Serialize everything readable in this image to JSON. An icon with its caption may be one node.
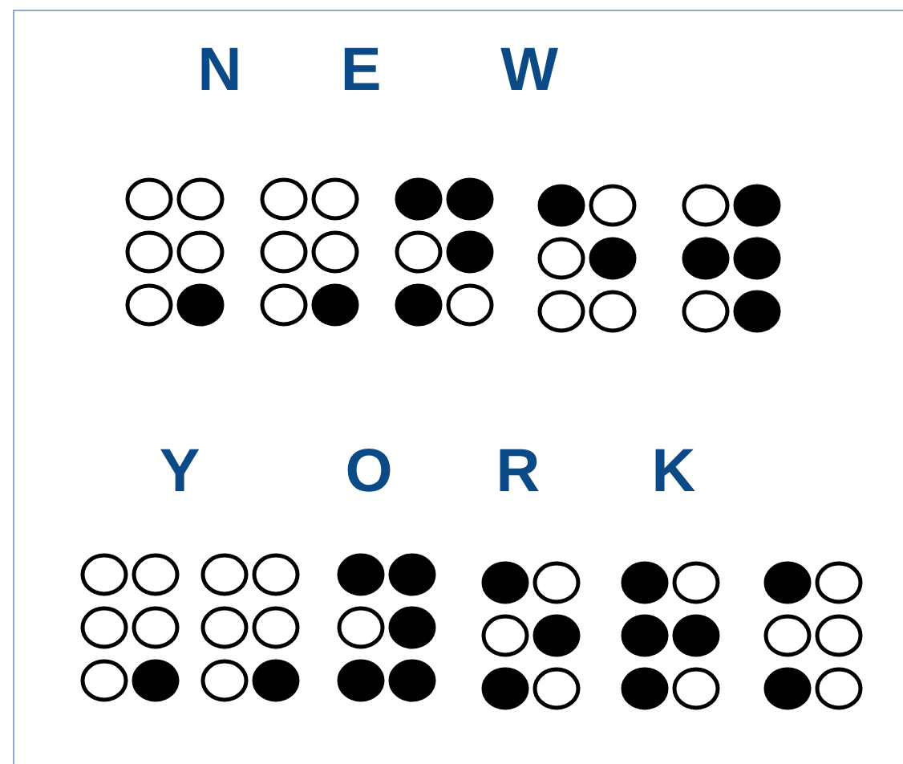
{
  "diagram": {
    "labels": [
      "N",
      "E",
      "W",
      "Y",
      "O",
      "R",
      "K"
    ]
  }
}
